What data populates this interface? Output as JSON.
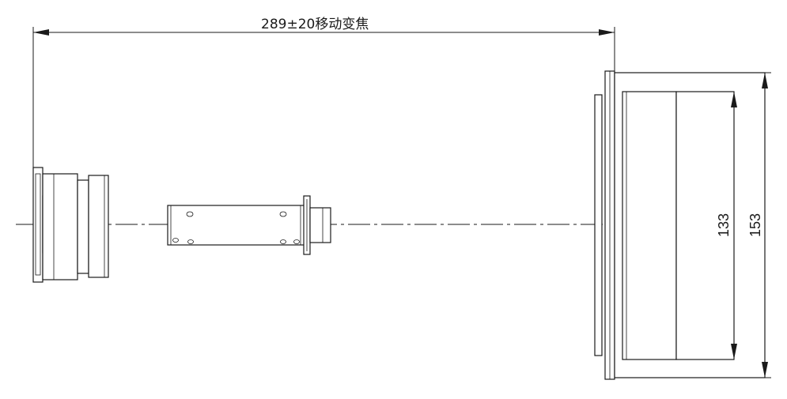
{
  "dimensions": {
    "travel_label": "289±20移动变焦",
    "inner_diameter_label": "133",
    "outer_diameter_label": "153"
  }
}
